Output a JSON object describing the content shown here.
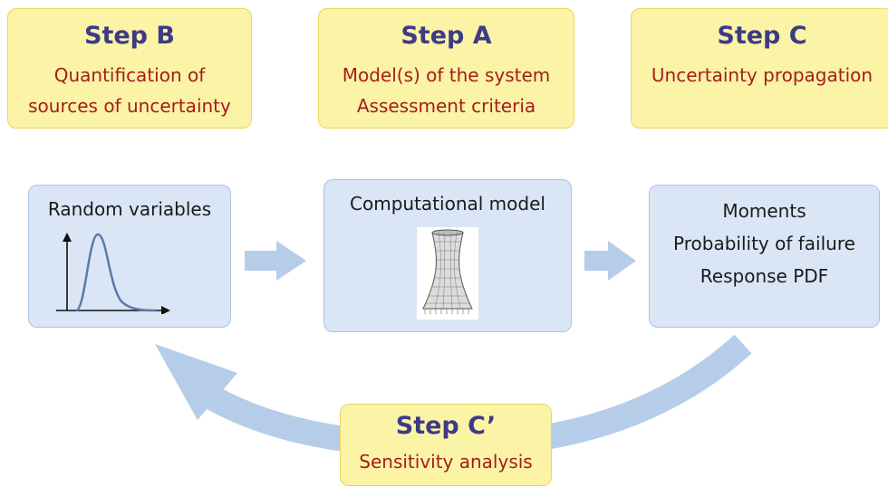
{
  "steps": {
    "b": {
      "title": "Step B",
      "lines": [
        "Quantification of",
        "sources of uncertainty"
      ]
    },
    "a": {
      "title": "Step A",
      "lines": [
        "Model(s) of the system",
        "Assessment criteria"
      ]
    },
    "c": {
      "title": "Step C",
      "lines": [
        "Uncertainty propagation"
      ]
    },
    "c_prime": {
      "title": "Step C’",
      "lines": [
        "Sensitivity analysis"
      ]
    }
  },
  "boxes": {
    "random_variables": {
      "label": "Random variables"
    },
    "computational_model": {
      "label": "Computational model"
    },
    "outputs": {
      "lines": [
        "Moments",
        "Probability of failure",
        "Response PDF"
      ]
    }
  },
  "colors": {
    "step_fill": "#fbf3a6",
    "step_title": "#3d3b85",
    "step_text": "#a51c1c",
    "box_fill": "#dae6f5",
    "arrow": "#b6cde9"
  }
}
